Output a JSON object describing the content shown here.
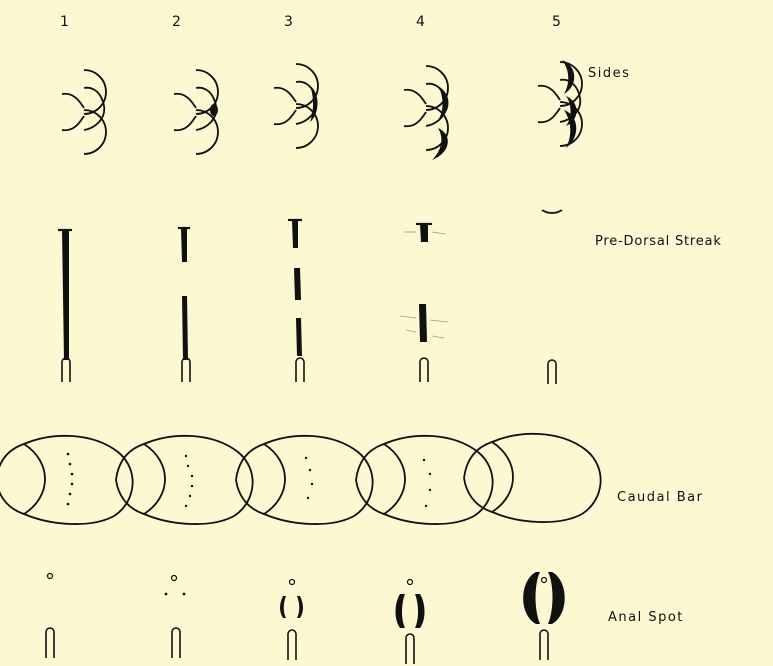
{
  "columns": [
    "1",
    "2",
    "3",
    "4",
    "5"
  ],
  "rows": {
    "sides": "Sides",
    "pre_dorsal_streak": "Pre-Dorsal Streak",
    "caudal_bar": "Caudal Bar",
    "anal_spot": "Anal Spot"
  },
  "colors": {
    "background": "#fbf8d2",
    "ink": "#111111"
  }
}
